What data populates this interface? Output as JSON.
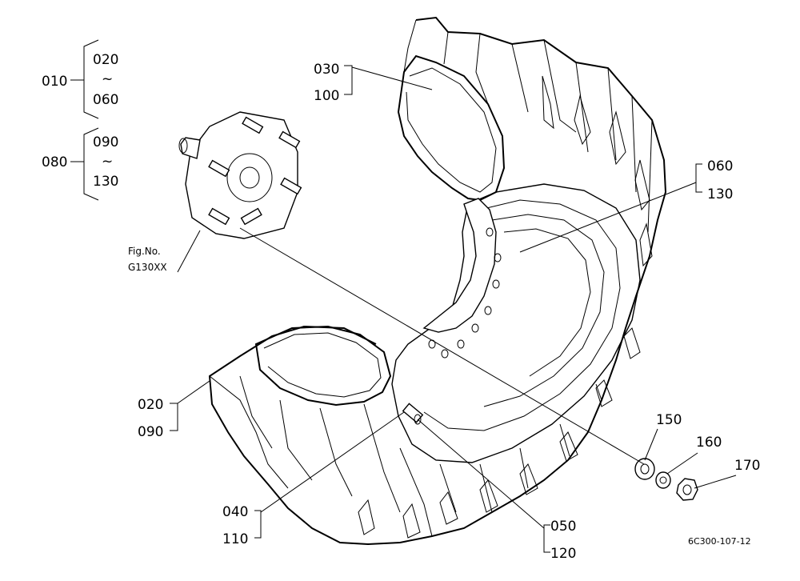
{
  "labels": {
    "p010": "010",
    "p020a": "020",
    "tilde1": "~",
    "p060a": "060",
    "p080": "080",
    "p090a": "090",
    "tilde2": "~",
    "p130a": "130",
    "p030": "030",
    "p100": "100",
    "p060b": "060",
    "p130b": "130",
    "fig_no": "Fig.No.",
    "fig_code": "G130XX",
    "p020b": "020",
    "p090b": "090",
    "p040": "040",
    "p110": "110",
    "p050": "050",
    "p120": "120",
    "p150": "150",
    "p160": "160",
    "p170": "170",
    "drawing_code": "6C300-107-12"
  }
}
